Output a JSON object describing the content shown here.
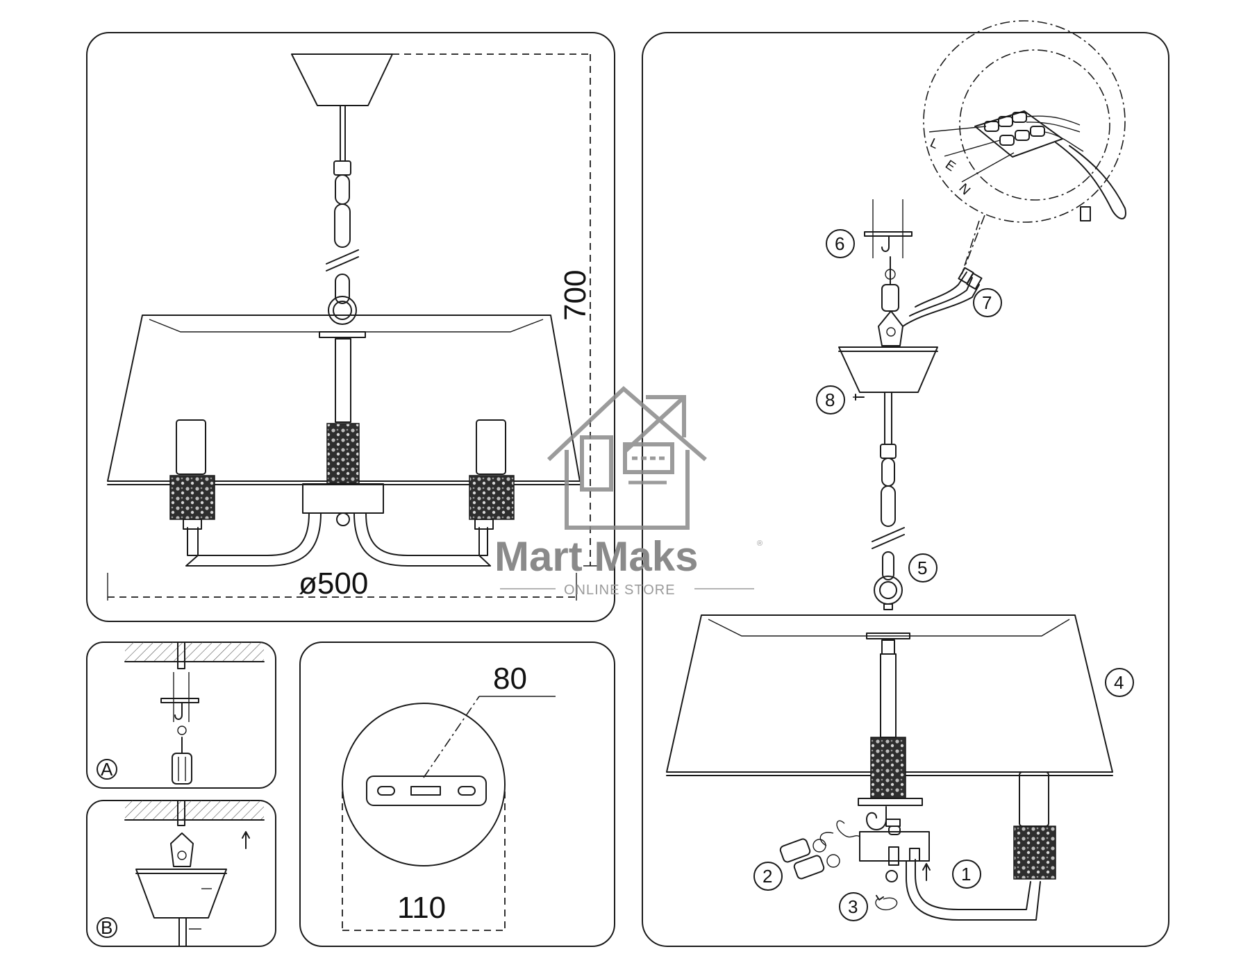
{
  "dimensions": {
    "height": "700",
    "diameter": "ø500",
    "plate_width": "80",
    "plate_diameter": "110"
  },
  "steps": [
    "1",
    "2",
    "3",
    "4",
    "5",
    "6",
    "7",
    "8"
  ],
  "panels": {
    "a": "A",
    "b": "B"
  },
  "wires": [
    "L",
    "E",
    "N"
  ],
  "watermark": {
    "brand": "Mart Maks",
    "registered": "®",
    "tagline": "ONLINE STORE",
    "color": "#8a8a8a"
  }
}
